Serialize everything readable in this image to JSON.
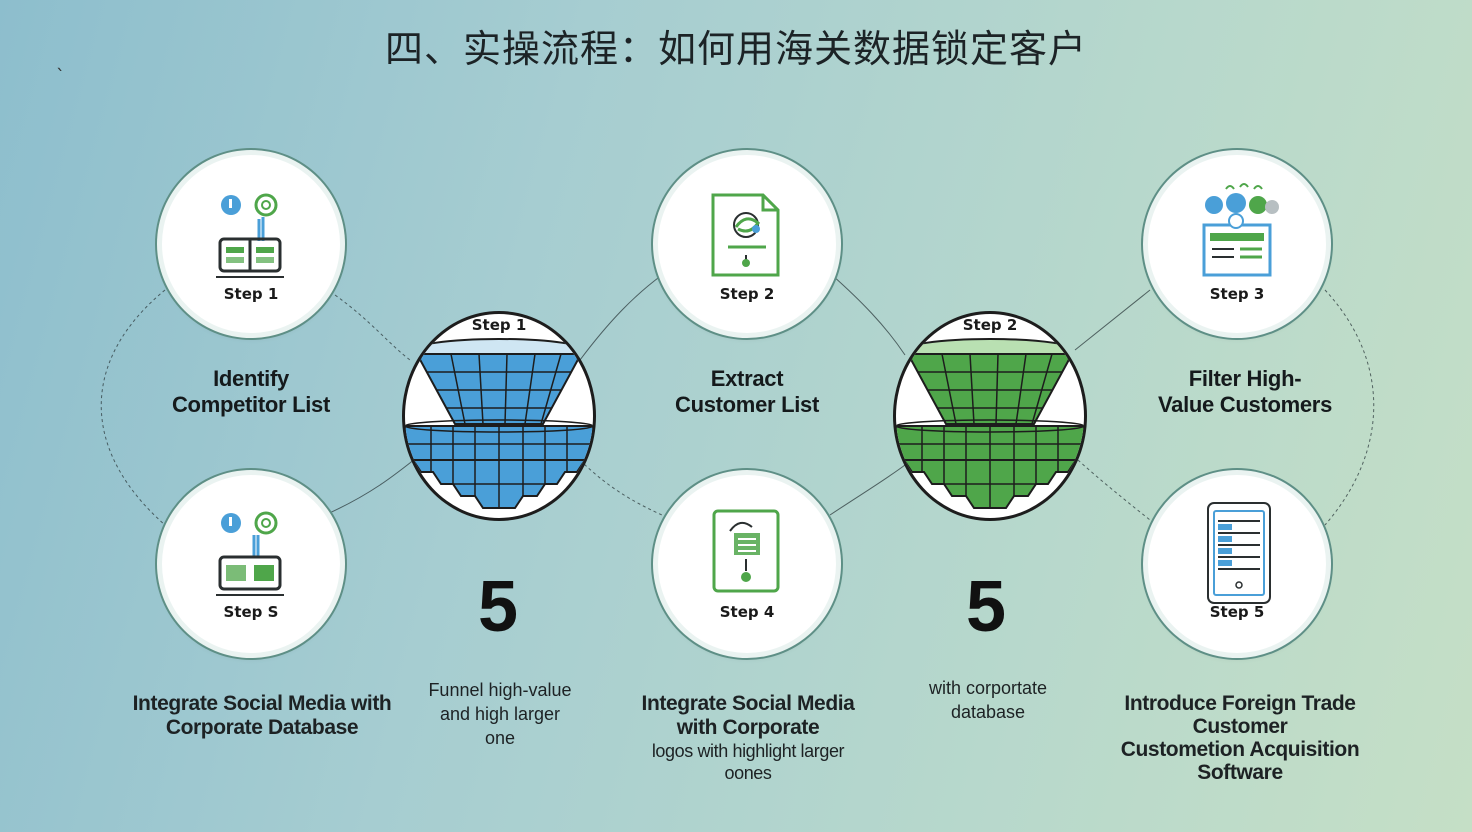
{
  "title": "四、实操流程：如何用海关数据锁定客户",
  "stray_mark": "`",
  "colors": {
    "blue": "#4a9fd8",
    "green": "#4fa64a",
    "dark": "#1d1d1d",
    "ring": "#5e8f86"
  },
  "circles": [
    {
      "step": "Step 1",
      "icon": "competitor-list-icon"
    },
    {
      "step": "Step 2",
      "icon": "customer-document-icon"
    },
    {
      "step": "Step 3",
      "icon": "high-value-dashboard-icon"
    },
    {
      "step": "Step S",
      "icon": "social-database-icon"
    },
    {
      "step": "Step 4",
      "icon": "corporate-logo-icon"
    },
    {
      "step": "Step 5",
      "icon": "software-device-icon"
    }
  ],
  "funnels": [
    {
      "step": "Step 1",
      "icon": "blue-funnel-icon"
    },
    {
      "step": "Step 2",
      "icon": "green-funnel-icon"
    }
  ],
  "headings": [
    [
      "Identify",
      "Competitor List"
    ],
    [
      "Extract",
      "Customer List"
    ],
    [
      "Filter High-",
      "Value Customers"
    ]
  ],
  "numbers": [
    "5",
    "5"
  ],
  "captions": {
    "social_db": [
      "Integrate Social Media with",
      "Corporate Database"
    ],
    "funnel_note": [
      "Funnel high-value",
      "and high larger",
      "one"
    ],
    "corporate": [
      "Integrate Social Media",
      "with Corporate"
    ],
    "corporate_sub": [
      "logos with highlight larger",
      "oones"
    ],
    "corporate_db": [
      "with corportate",
      "database"
    ],
    "software": [
      "Introduce Foreign Trade",
      "Customer",
      "Custometion Acquisition",
      "Software"
    ]
  }
}
